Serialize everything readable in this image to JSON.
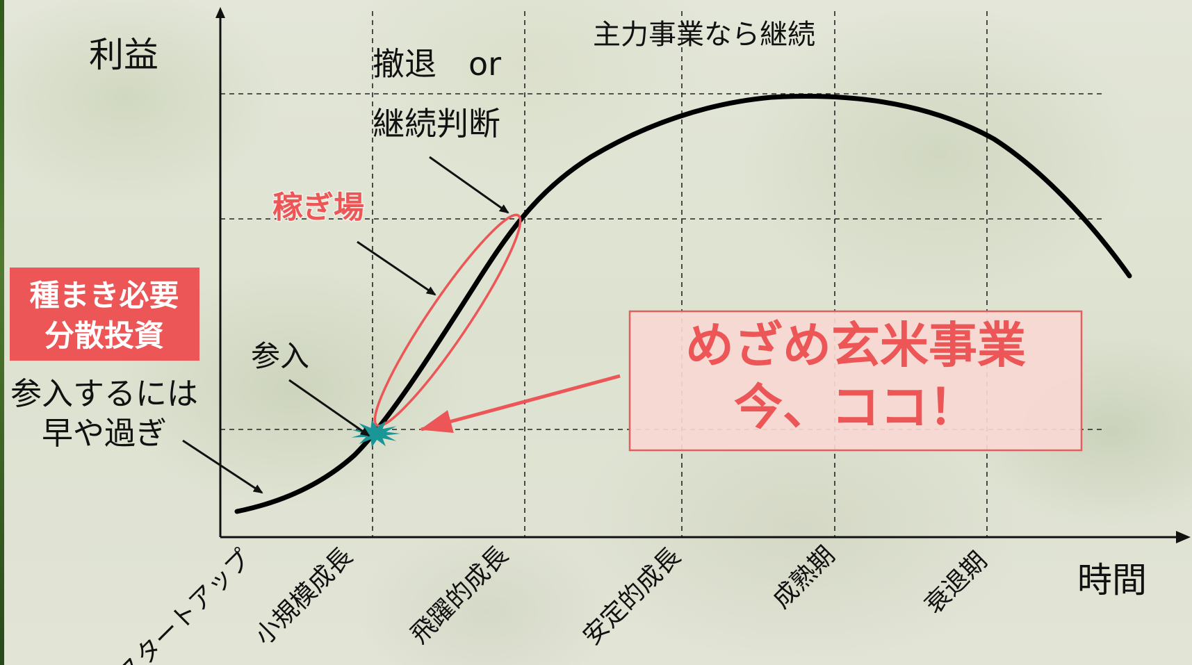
{
  "axes": {
    "y_label": "利益",
    "x_label": "時間"
  },
  "stages": [
    "スタートアップ",
    "小規模成長",
    "飛躍的成長",
    "安定的成長",
    "成熟期",
    "衰退期"
  ],
  "annotations": {
    "decision_line1": "撤退　or",
    "decision_line2": "継続判断",
    "main_business": "主力事業なら継続",
    "earning_zone": "稼ぎ場",
    "entry": "参入",
    "too_early_line1": "参入するには",
    "too_early_line2": "早や過ぎ"
  },
  "seed_box": {
    "line1": "種まき必要",
    "line2": "分散投資"
  },
  "callout": {
    "line1": "めざめ玄米事業",
    "line2": "今、ココ！"
  },
  "colors": {
    "accent_red": "#EC5656",
    "callout_fill": "#F8D8D4",
    "burst_teal": "#1A9696",
    "curve": "#000000"
  }
}
